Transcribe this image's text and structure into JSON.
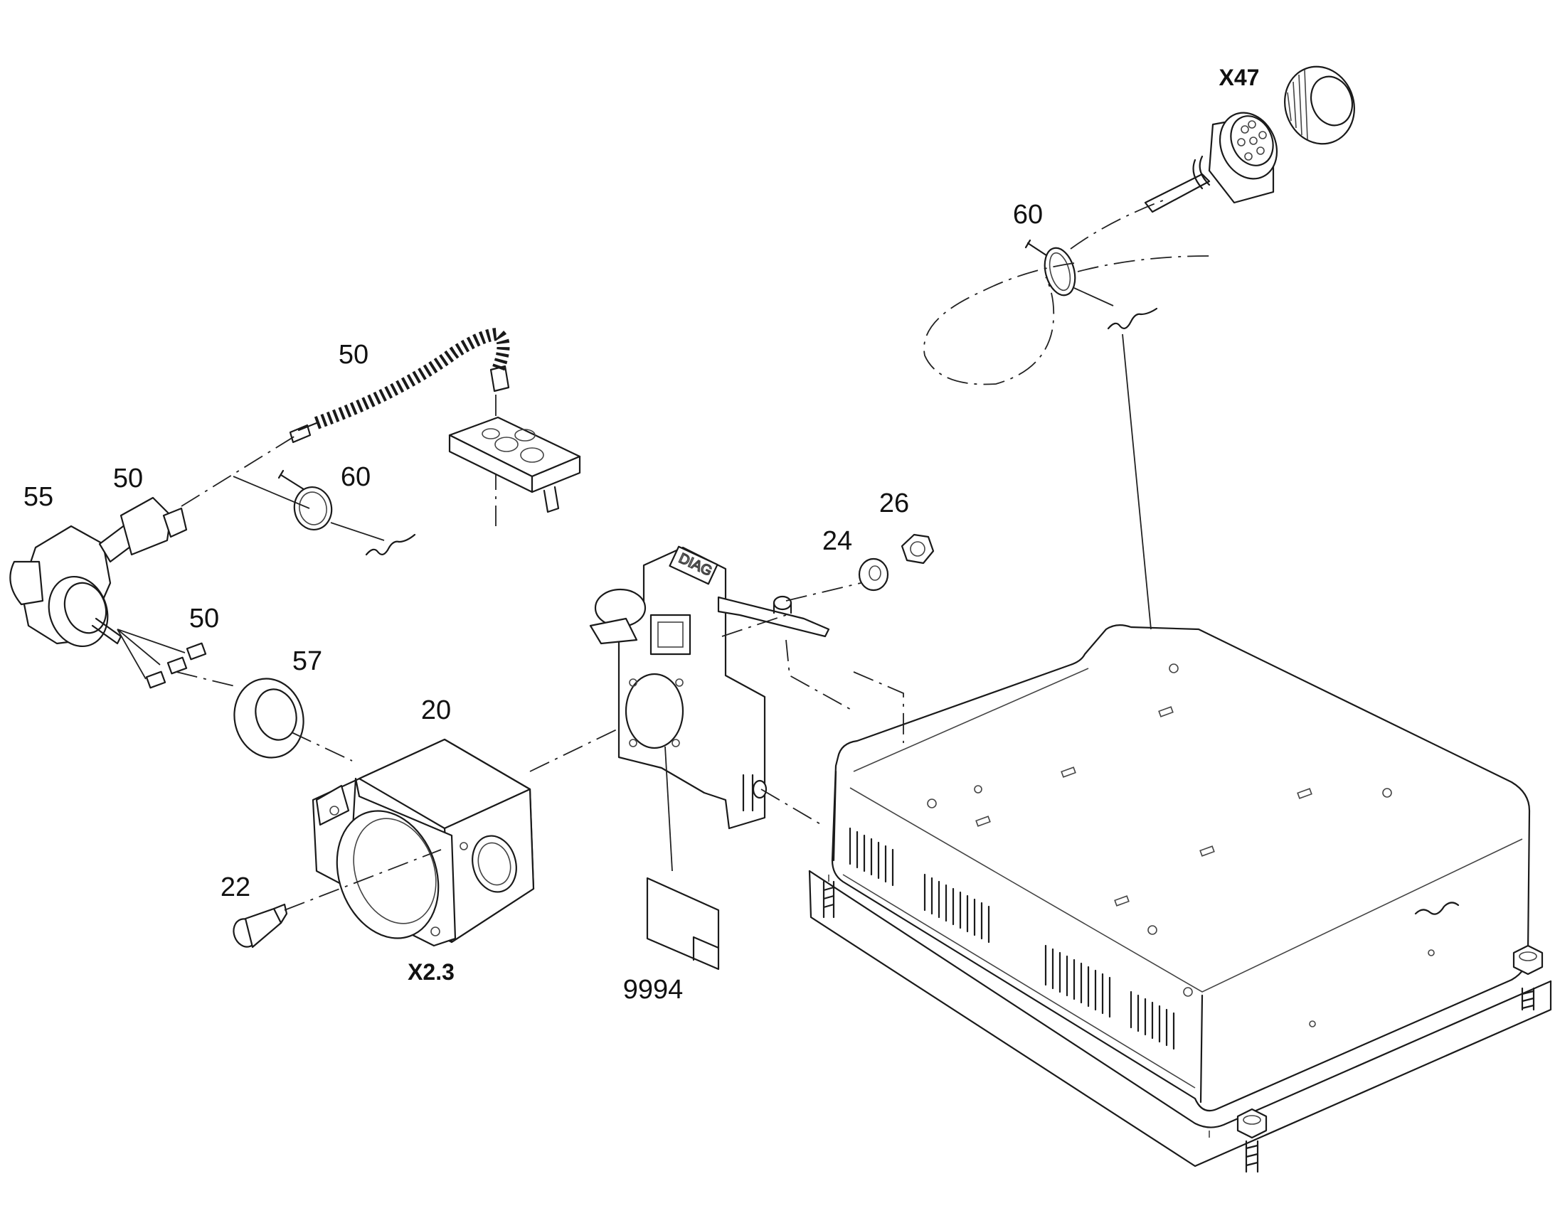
{
  "labels": {
    "x47": "X47",
    "p60_top": "60",
    "p50_hose": "50",
    "p55": "55",
    "p50_gland": "50",
    "p60_clip": "60",
    "p26": "26",
    "p24": "24",
    "p50_pins": "50",
    "p57": "57",
    "p20": "20",
    "p22": "22",
    "x23": "X2.3",
    "p9994": "9994"
  },
  "bracket_marking": "DIAG"
}
